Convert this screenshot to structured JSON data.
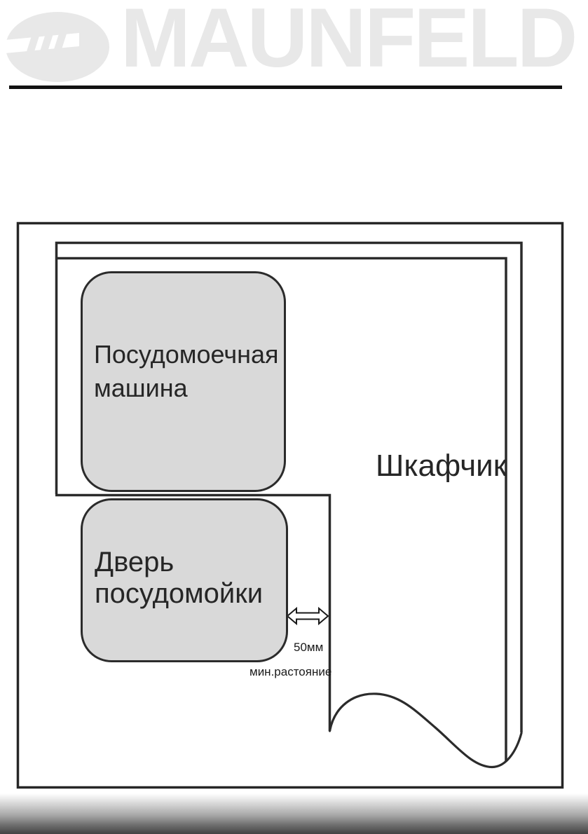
{
  "header": {
    "brand": "MAUNFELD",
    "logo_mark": "maunfeld-ellipse-m-logo",
    "brand_color": "#e8e8e8"
  },
  "diagram": {
    "machine_label": "Посудомоечная машина",
    "door_label": "Дверь посудомойки",
    "cabinet_label": "Шкафчик",
    "distance_value": "50мм",
    "distance_caption": "мин.растояние",
    "arrow_icon": "double-headed-horizontal-arrow",
    "colors": {
      "line": "#2b2b2b",
      "box_fill": "#d9d9d9",
      "label_text": "#262626"
    }
  }
}
